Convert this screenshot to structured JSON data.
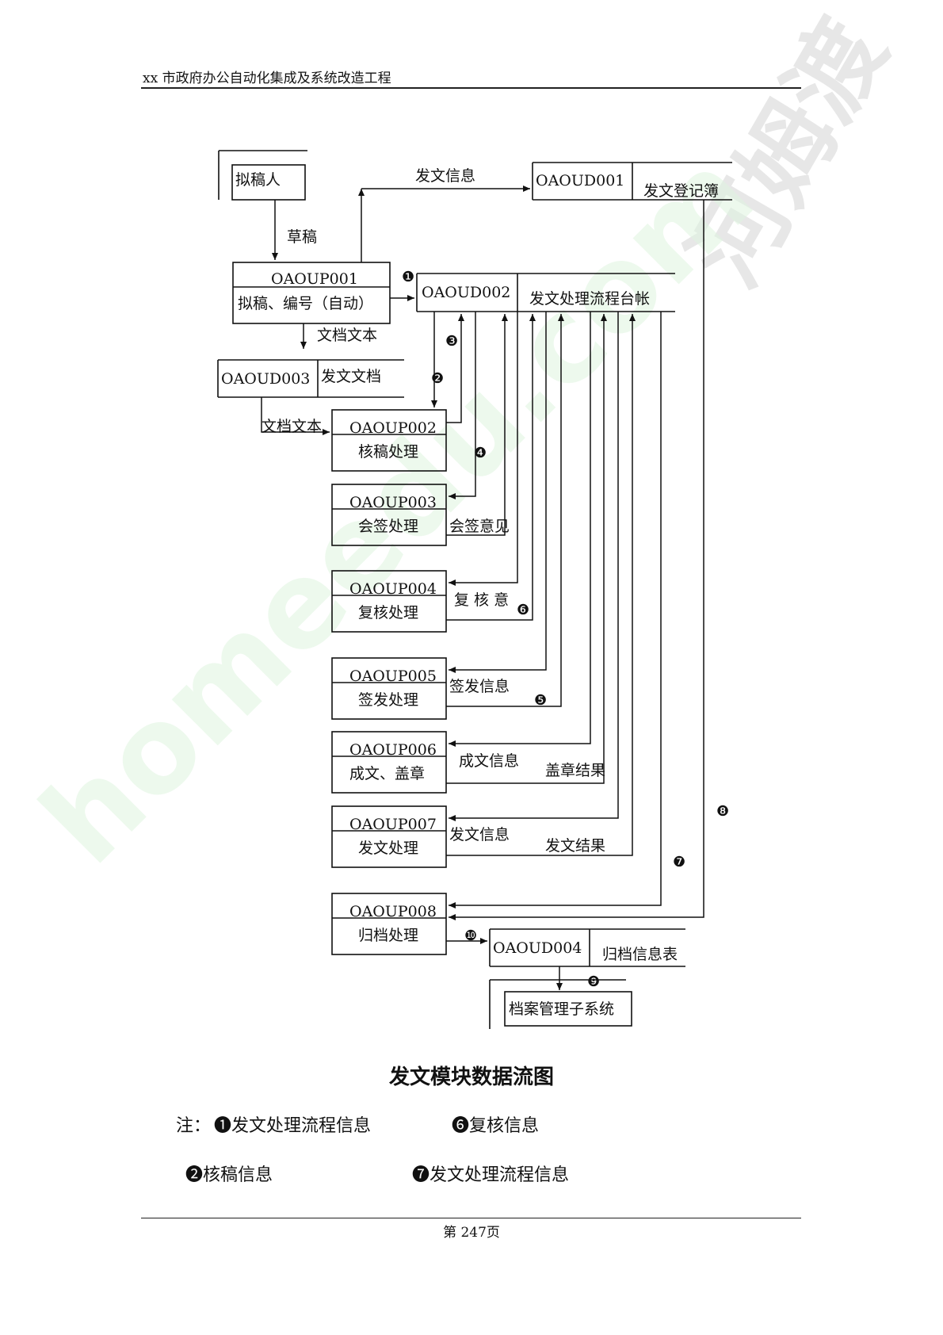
{
  "header": {
    "title": "xx 市政府办公自动化集成及系统改造工程"
  },
  "footer": {
    "page": "第 247页"
  },
  "diagram": {
    "title": "发文模块数据流图",
    "nodes": {
      "drafter": "拟稿人",
      "oaoup001_id": "OAOUP001",
      "oaoup001_label": "拟稿、编号（自动）",
      "oaoud001_id": "OAOUD001",
      "oaoud001_label": "发文登记簿",
      "oaoud002_id": "OAOUD002",
      "oaoud002_label": "发文处理流程台帐",
      "oaoud003_id": "OAOUD003",
      "oaoud003_label": "发文文档",
      "oaoup002_id": "OAOUP002",
      "oaoup002_label": "核稿处理",
      "oaoup003_id": "OAOUP003",
      "oaoup003_label": "会签处理",
      "oaoup004_id": "OAOUP004",
      "oaoup004_label": "复核处理",
      "oaoup005_id": "OAOUP005",
      "oaoup005_label": "签发处理",
      "oaoup006_id": "OAOUP006",
      "oaoup006_label": "成文、盖章",
      "oaoup007_id": "OAOUP007",
      "oaoup007_label": "发文处理",
      "oaoup008_id": "OAOUP008",
      "oaoup008_label": "归档处理",
      "oaoud004_id": "OAOUD004",
      "oaoud004_label": "归档信息表",
      "archive_sys": "档案管理子系统"
    },
    "flows": {
      "draft": "草稿",
      "send_info": "发文信息",
      "doc_text_1": "文档文本",
      "doc_text_2": "文档文本",
      "countersign_opinion": "会签意见",
      "review_opinion": "复 核 意",
      "sign_info": "签发信息",
      "final_info": "成文信息",
      "seal_result": "盖章结果",
      "send_info_2": "发文信息",
      "send_result": "发文结果"
    },
    "markers": {
      "m1": "❶",
      "m2": "❷",
      "m3": "❸",
      "m4": "❹",
      "m5": "❺",
      "m6": "❻",
      "m7": "❼",
      "m8": "❽",
      "m9": "❾",
      "m10": "❿"
    }
  },
  "notes": {
    "prefix": "注：",
    "n1": "❶发文处理流程信息",
    "n6": "❻复核信息",
    "n2": "❷核稿信息",
    "n7": "❼发文处理流程信息"
  },
  "watermark": {
    "cn": "河姆渡",
    "en": "homeedu.com"
  }
}
